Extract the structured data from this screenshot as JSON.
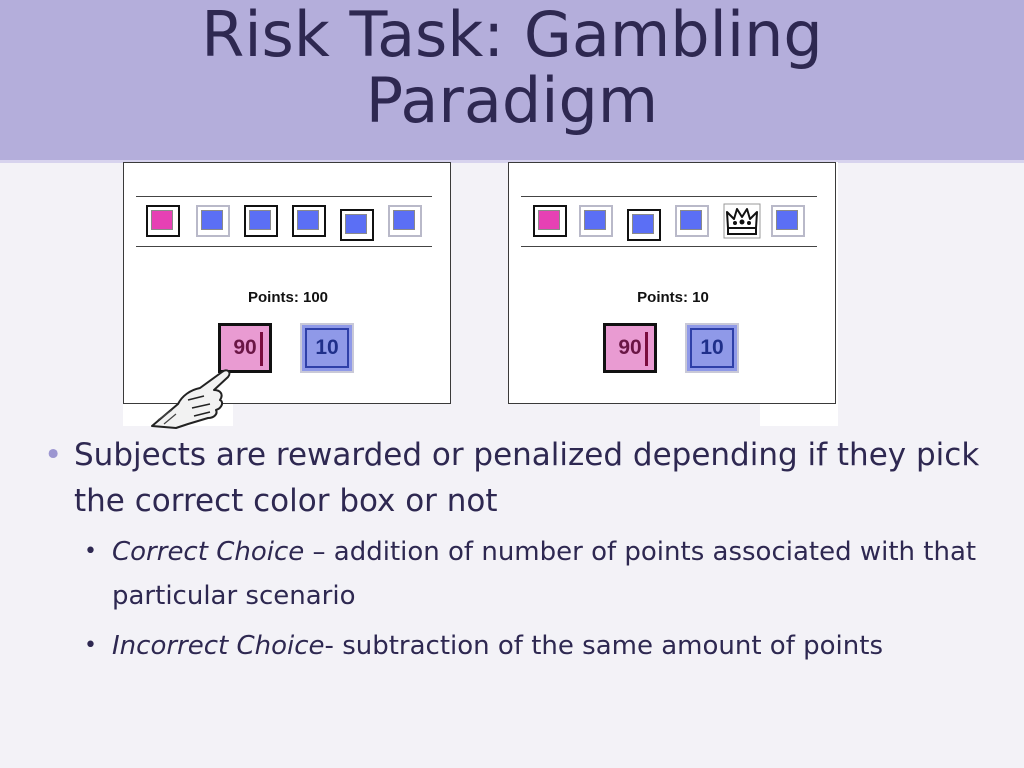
{
  "slide": {
    "title_line1": "Risk Task: Gambling",
    "title_line2": "Paradigm"
  },
  "figures": [
    {
      "points_label": "Points: 100",
      "choice_high": "90",
      "choice_low": "10"
    },
    {
      "points_label": "Points: 10",
      "choice_high": "90",
      "choice_low": "10"
    }
  ],
  "bullets": {
    "main": "Subjects are rewarded or penalized depending if they pick the correct color box or not",
    "sub1_term": "Correct Choice",
    "sub1_text": " – addition of number of points associated with that particular scenario",
    "sub2_term": "Incorrect Choice",
    "sub2_text": "- subtraction of the same amount of points"
  },
  "colors": {
    "title_band": "#b4aedb",
    "text": "#2e2851",
    "tile_blue": "#5b6ff5",
    "tile_pink": "#e641b4"
  },
  "icons": [
    "crown-icon",
    "pointing-hand-icon",
    "bullet-icon"
  ]
}
